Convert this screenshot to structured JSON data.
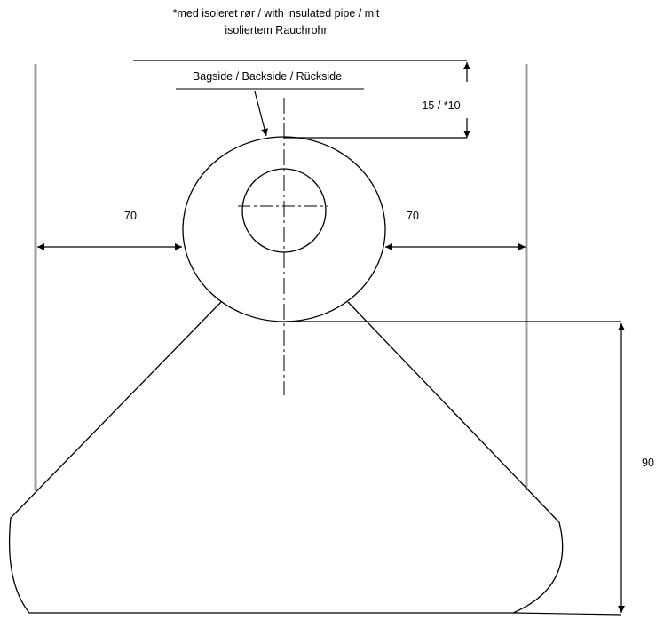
{
  "note": {
    "line1": "*med isoleret rør / with insulated pipe / mit",
    "line2": "isoliertem Rauchrohr"
  },
  "labels": {
    "backside": "Bagside / Backside / Rückside",
    "top_clearance": "15 / *10",
    "left_clearance": "70",
    "right_clearance": "70",
    "depth": "90"
  },
  "colors": {
    "wall": "#a0a0a0",
    "line": "#000000"
  }
}
